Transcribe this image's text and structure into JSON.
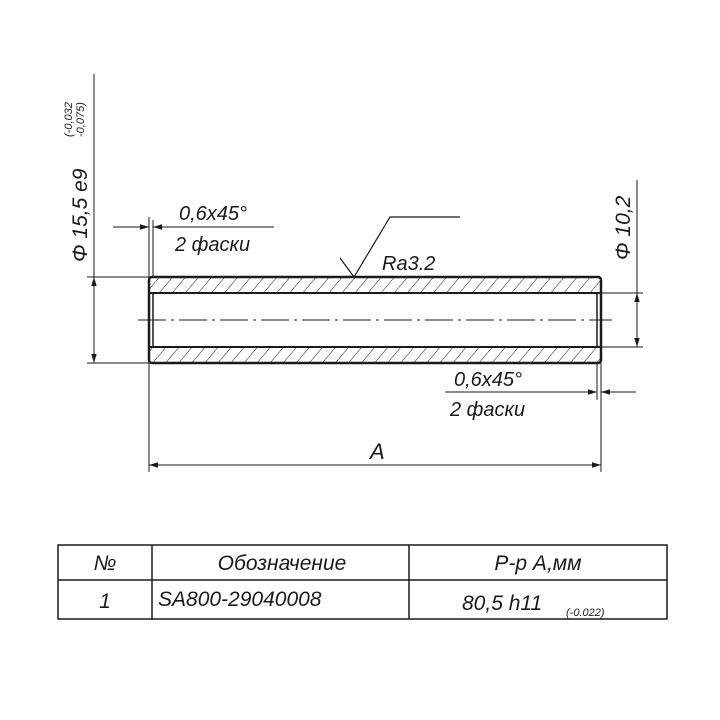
{
  "drawing": {
    "dia_outer": "Φ 15,5 e9",
    "tol_outer_upper": "(-0,032",
    "tol_outer_lower": "-0,075)",
    "dia_inner": "Φ 10,2",
    "chamfer_left_size": "0,6x45°",
    "chamfer_left_count": "2 фаски",
    "chamfer_right_size": "0,6x45°",
    "chamfer_right_count": "2 фаски",
    "roughness": "Ra3.2",
    "length_label": "A"
  },
  "table": {
    "headers": [
      "№",
      "Обозначение",
      "Р-р А,мм"
    ],
    "row": {
      "num": "1",
      "designation": "SA800-29040008",
      "size_main": "80,5 h11",
      "size_tol": "(-0.022)"
    }
  }
}
